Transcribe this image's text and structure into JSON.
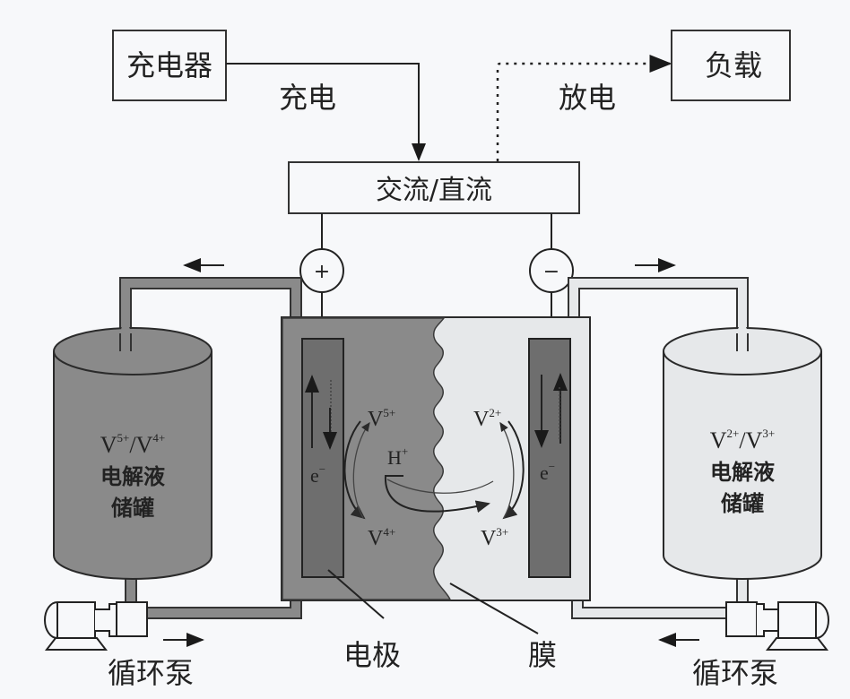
{
  "title": "全钒液流电池工作原理示意图",
  "charger": {
    "label": "充电器"
  },
  "load": {
    "label": "负载"
  },
  "charge_label": "充电",
  "discharge_label": "放电",
  "converter": {
    "label": "交流/直流"
  },
  "terminals": {
    "positive": "+",
    "negative": "−"
  },
  "left_tank": {
    "ion_base1": "V",
    "ion_sup1": "5+",
    "slash": "/",
    "ion_base2": "V",
    "ion_sup2": "4+",
    "line2": "电解液",
    "line3": "储罐"
  },
  "right_tank": {
    "ion_base1": "V",
    "ion_sup1": "2+",
    "slash": "/",
    "ion_base2": "V",
    "ion_sup2": "3+",
    "line2": "电解液",
    "line3": "储罐"
  },
  "cell": {
    "left_ions": {
      "top_base": "V",
      "top_sup": "5+",
      "bottom_base": "V",
      "bottom_sup": "4+"
    },
    "right_ions": {
      "top_base": "V",
      "top_sup": "2+",
      "bottom_base": "V",
      "bottom_sup": "3+"
    },
    "proton": {
      "base": "H",
      "sup": "+"
    },
    "electron_left": {
      "base": "e",
      "sup": "−"
    },
    "electron_right": {
      "base": "e",
      "sup": "−"
    }
  },
  "callouts": {
    "electrode": "电极",
    "membrane": "膜"
  },
  "pumps": {
    "left": "循环泵",
    "right": "循环泵"
  },
  "colors": {
    "dark_fill": "#8a8a8a",
    "electrode_fill": "#6e6e6e",
    "light_fill": "#e6e8ea",
    "line": "#2a2a2a",
    "background": "#f7f8fa"
  }
}
